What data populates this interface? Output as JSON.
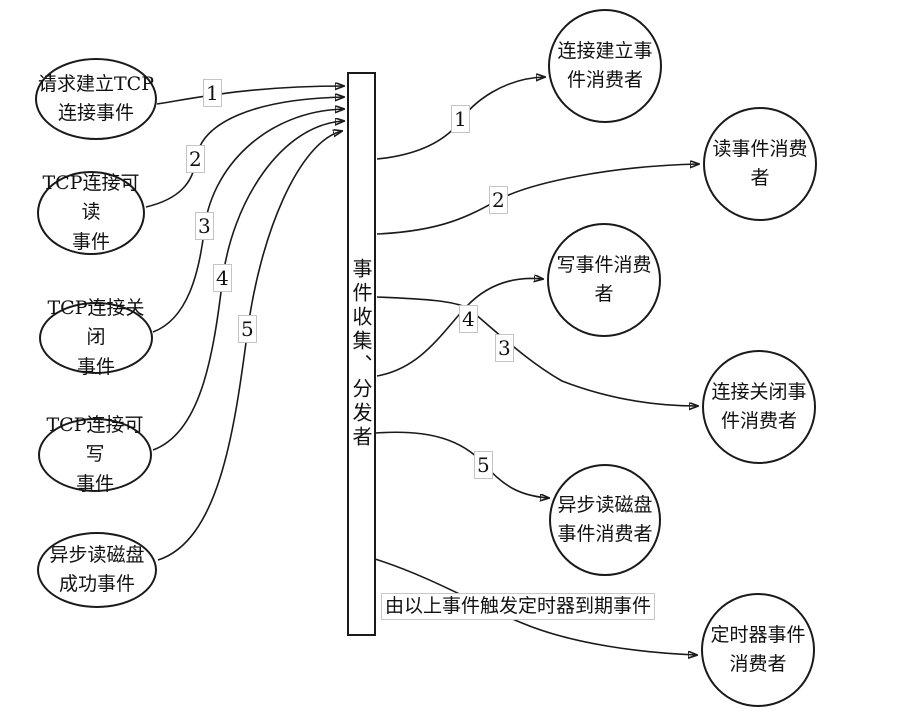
{
  "diagram": {
    "title_implicit": "事件收集分发示意图",
    "dispatcher": {
      "label": "事件收集、分发者"
    },
    "sources": [
      {
        "label": "请求建立TCP\n连接事件",
        "number": "1"
      },
      {
        "label": "TCP连接可读\n事件",
        "number": "2"
      },
      {
        "label": "TCP连接关闭\n事件",
        "number": "3"
      },
      {
        "label": "TCP连接可写\n事件",
        "number": "4"
      },
      {
        "label": "异步读磁盘\n成功事件",
        "number": "5"
      }
    ],
    "consumers": [
      {
        "label": "连接建立事\n件消费者",
        "route": "1"
      },
      {
        "label": "读事件消费\n者",
        "route": "2"
      },
      {
        "label": "写事件消费\n者",
        "route": "4"
      },
      {
        "label": "连接关闭事\n件消费者",
        "route": "3"
      },
      {
        "label": "异步读磁盘\n事件消费者",
        "route": "5"
      },
      {
        "label": "定时器事件\n消费者",
        "route": ""
      }
    ],
    "annotation": "由以上事件触发定时器到期事件",
    "colors": {
      "stroke": "#1a1a1a",
      "background": "#ffffff",
      "label_box_border": "#c4c4c4"
    }
  }
}
